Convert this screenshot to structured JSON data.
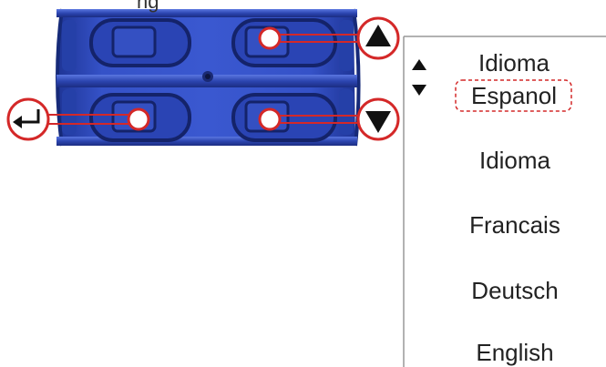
{
  "top_caption": "ng",
  "menu": {
    "current_label": "Idioma",
    "current_value": "Espanol",
    "items": [
      "Idioma",
      "Francais",
      "Deutsch",
      "English"
    ]
  },
  "icons": {
    "up": "up-triangle-icon",
    "down": "down-triangle-icon",
    "enter": "enter-return-icon",
    "scroll": "scroll-up-down-icon"
  },
  "colors": {
    "device_blue": "#2b46b8",
    "device_dark": "#1a2c7e",
    "callout_red": "#d42828",
    "panel_border": "#999999",
    "text": "#222222"
  }
}
